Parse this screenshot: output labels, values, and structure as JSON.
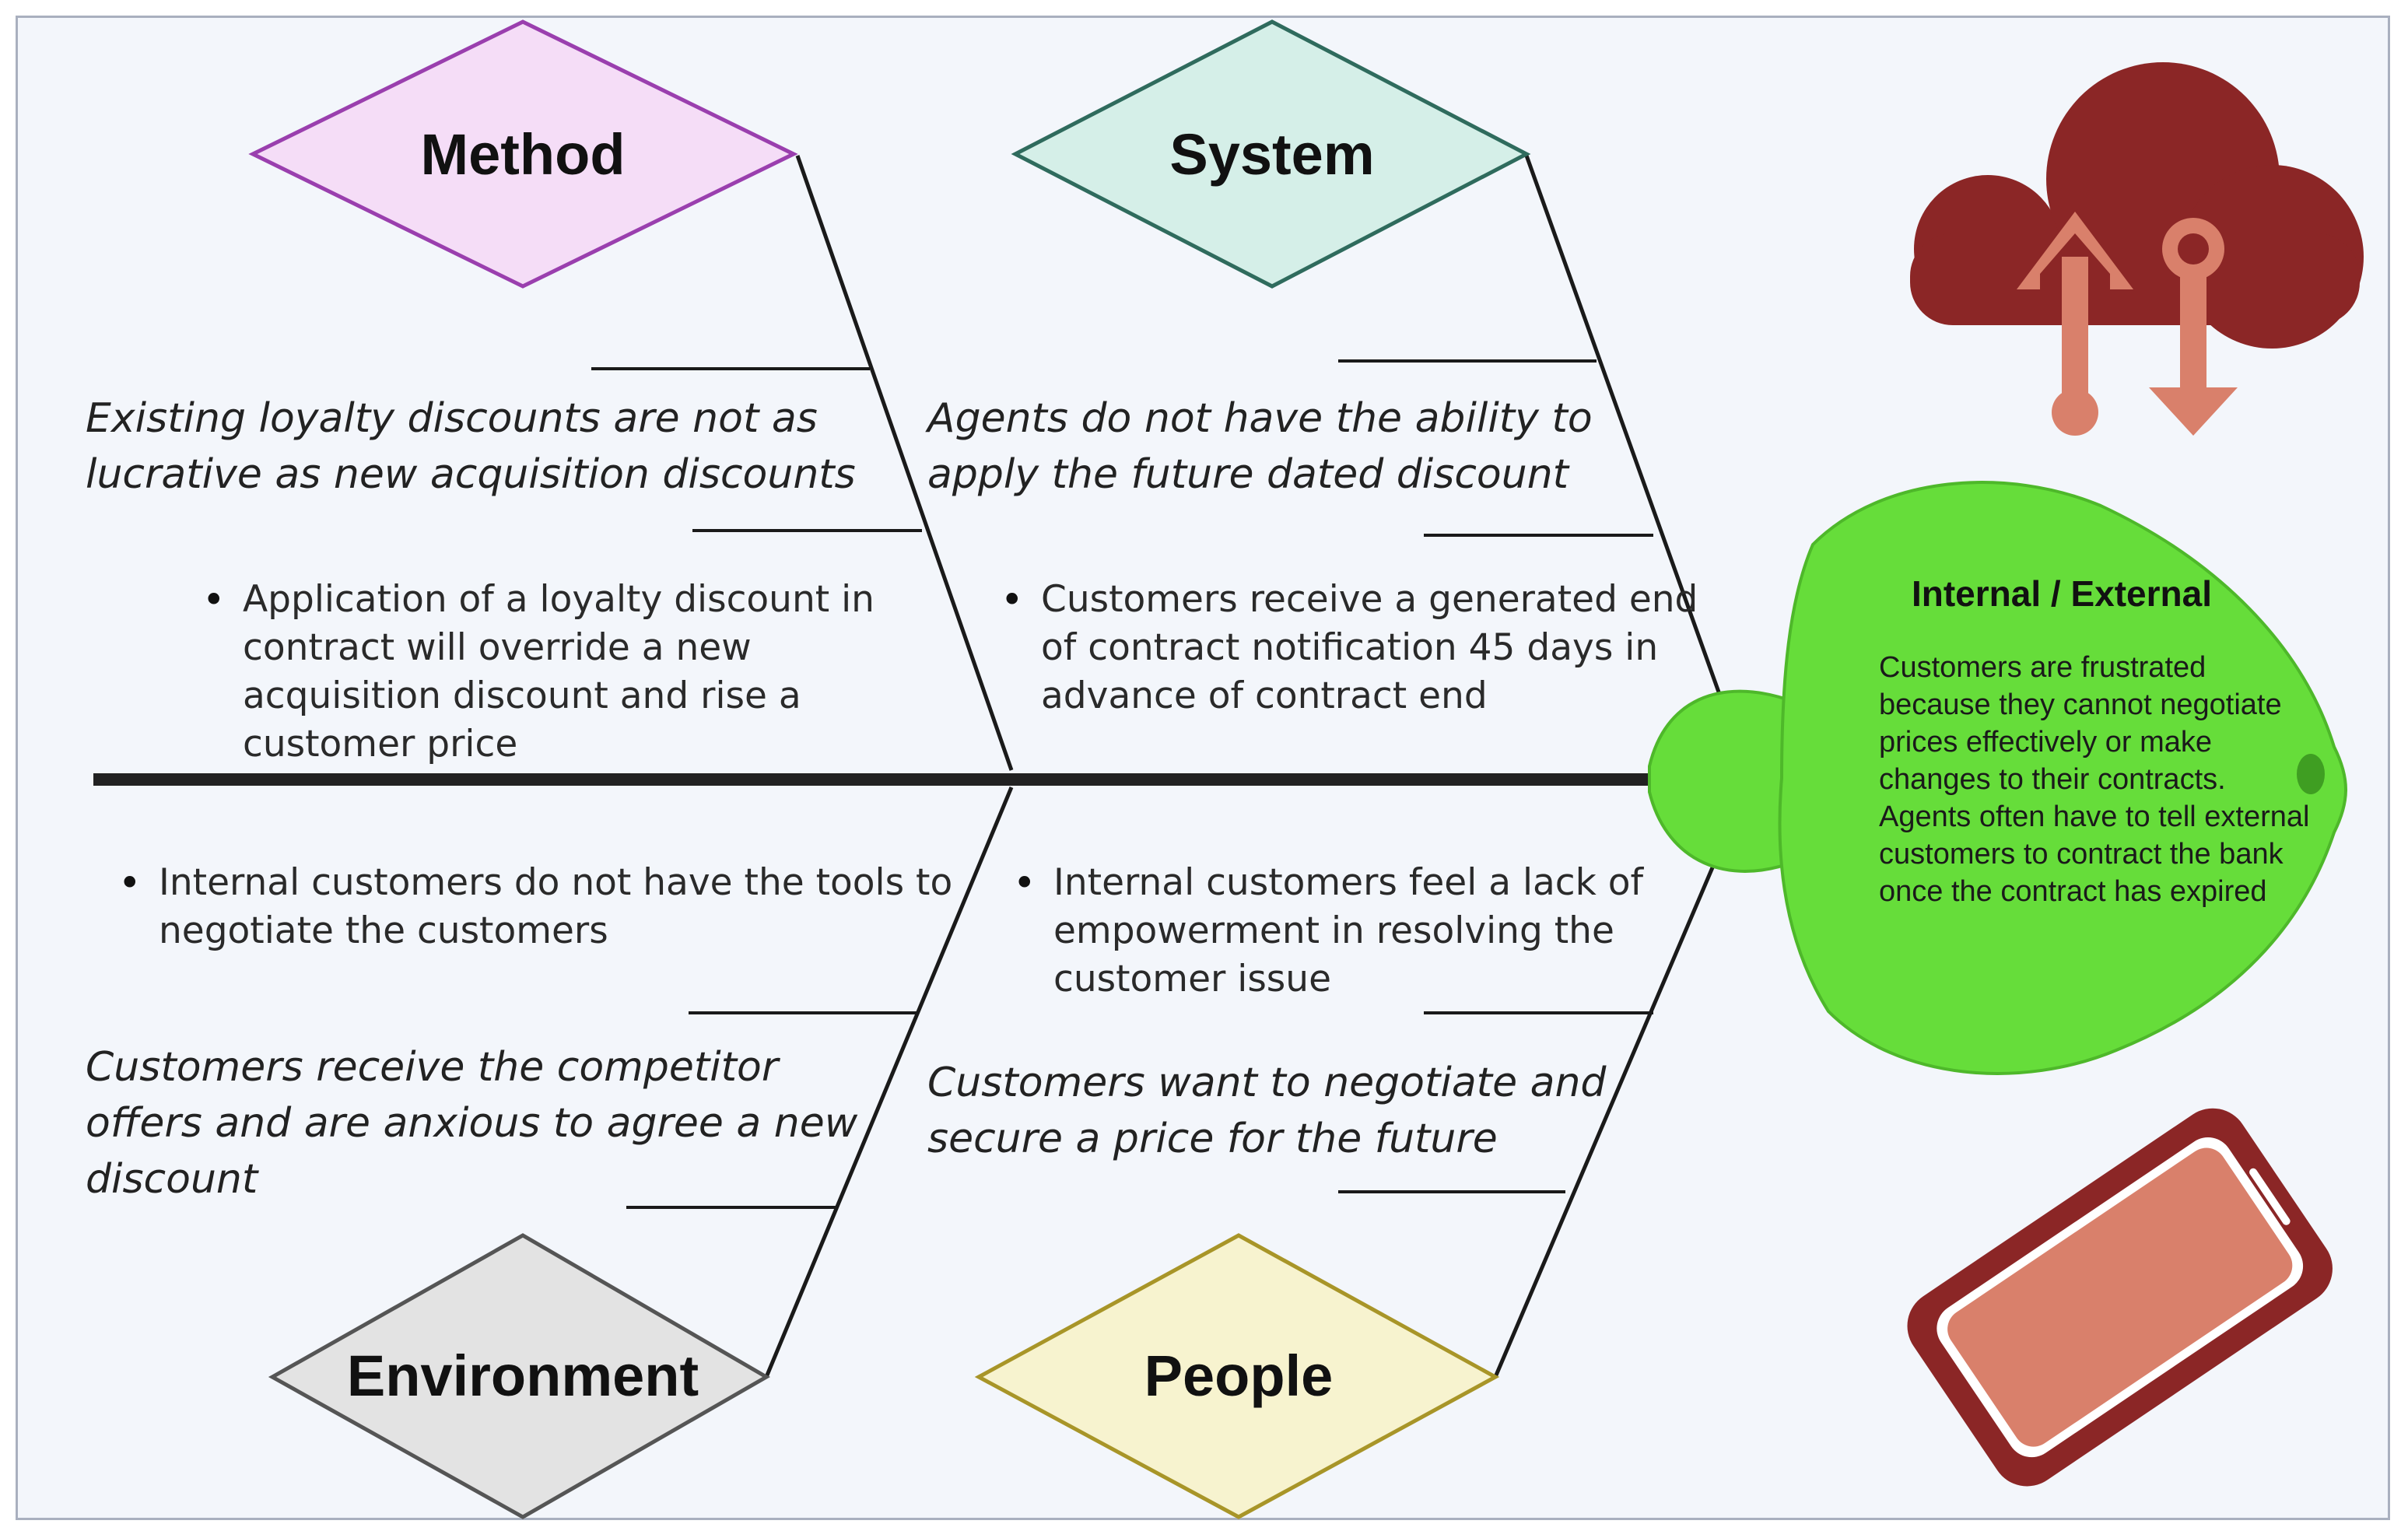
{
  "categories": {
    "method": {
      "title": "Method",
      "color": "#f5ddf7",
      "border": "#9a3fae"
    },
    "system": {
      "title": "System",
      "color": "#d5efe8",
      "border": "#2f6b5d"
    },
    "environment": {
      "title": "Environment",
      "color": "#e3e3e3",
      "border": "#555555"
    },
    "people": {
      "title": "People",
      "color": "#f7f3cf",
      "border": "#a89528"
    }
  },
  "causes": {
    "method": "Existing loyalty discounts are not as lucrative as new acquisition discounts",
    "system": "Agents do not have the ability to apply the future dated discount",
    "environment": "Customers receive the competitor offers and are anxious to agree a new discount",
    "people": "Customers want to negotiate and secure a price for the future"
  },
  "bullets": {
    "method": "Application of a loyalty discount in contract will override a new acquisition discount and rise a customer price",
    "system": "Customers receive a generated end of contract notification 45 days in advance of contract end",
    "environment": "Internal customers do not have the tools to negotiate the customers",
    "people": "Internal customers feel a lack of empowerment in resolving the customer issue"
  },
  "head": {
    "title": "Internal / External",
    "description": "Customers are frustrated because they cannot negotiate prices effectively or make changes to their contracts. Agents often have to tell external customers to contract the bank once the contract has expired",
    "color": "#66dd3a"
  },
  "icons": {
    "cloud": "cloud-upload-download-icon",
    "phone": "smartphone-icon",
    "cloud_color": "#8b2626",
    "arrow_color": "#d9806b",
    "phone_color": "#8b2626"
  }
}
